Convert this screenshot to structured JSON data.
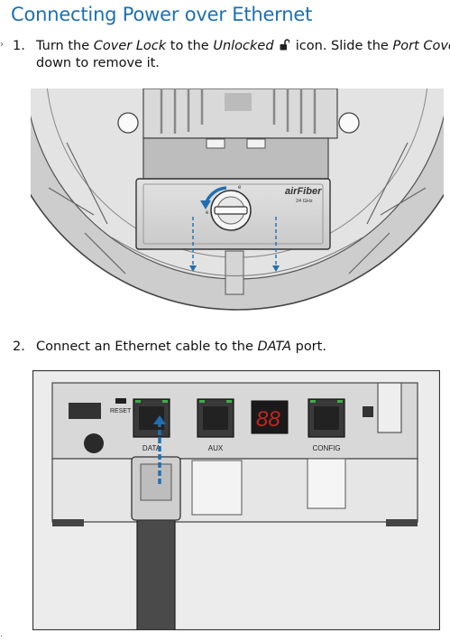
{
  "heading": "Connecting Power over Ethernet",
  "steps": [
    {
      "number": "1.",
      "line1_prefix": "Turn the ",
      "line1_em1": "Cover Lock",
      "line1_mid": " to the ",
      "line1_em2": "Unlocked",
      "line1_suffix": " icon. Slide the ",
      "line1_em3": "Port Cover",
      "line2": "down to remove it."
    },
    {
      "number": "2.",
      "prefix": "Connect an Ethernet cable to the ",
      "em": "DATA",
      "suffix": " port."
    }
  ],
  "figure1": {
    "brand_logo": "airFiber",
    "model_label": "24 GHz",
    "lock_icon": "unlocked-padlock-icon"
  },
  "figure2": {
    "reset_label": "RESET",
    "port_labels": [
      "DATA",
      "AUX",
      "CONFIG"
    ],
    "display_value": "88"
  },
  "colors": {
    "heading": "#1f6fb0",
    "arrow": "#1f6fb0",
    "display_digits": "#c0261f"
  }
}
